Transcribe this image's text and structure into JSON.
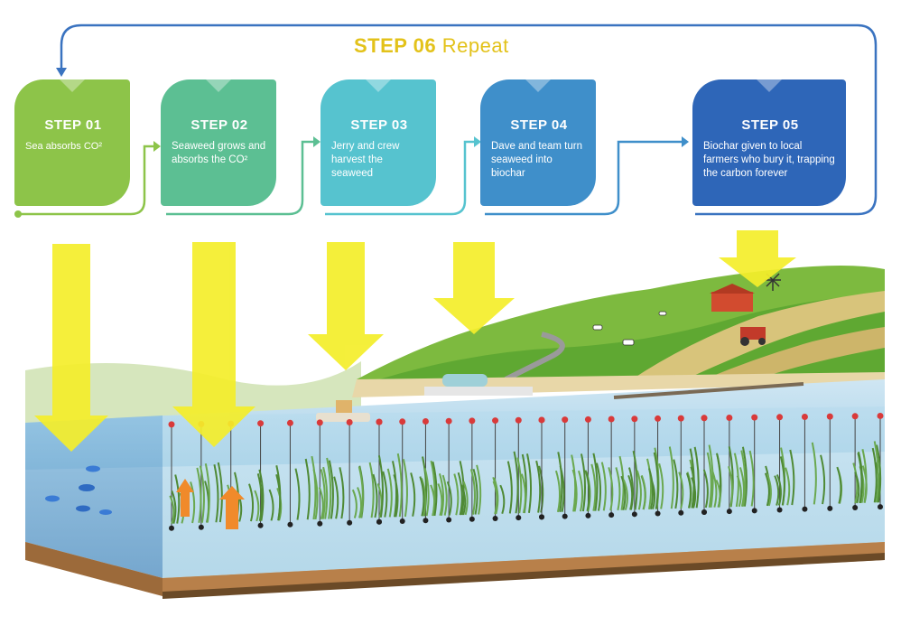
{
  "header": {
    "step_prefix": "STEP 06",
    "step_word": "Repeat"
  },
  "steps": [
    {
      "label": "STEP 01",
      "text": "Sea absorbs CO²",
      "color": "#8dc449"
    },
    {
      "label": "STEP 02",
      "text": "Seaweed grows and absorbs the CO²",
      "color": "#5cbf93"
    },
    {
      "label": "STEP 03",
      "text": "Jerry and crew harvest the seaweed",
      "color": "#56c3cf"
    },
    {
      "label": "STEP 04",
      "text": "Dave and team turn seaweed into biochar",
      "color": "#3f8fca"
    },
    {
      "label": "STEP 05",
      "text": "Biochar given to local farmers who bury it, trapping the carbon forever",
      "color": "#2e66b8"
    }
  ],
  "colors": {
    "sunlight": "#f4ee2a",
    "sea": "#9fcbe6",
    "hills": "#7dba3f",
    "soil": "#b8804a"
  },
  "icons": [
    "sunlight-arrow",
    "fish",
    "seaweed",
    "buoy",
    "boat",
    "barge",
    "pier",
    "farmhouse",
    "tractor",
    "cow",
    "windmill"
  ]
}
